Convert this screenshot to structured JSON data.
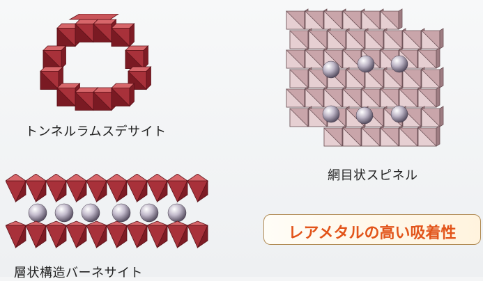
{
  "labels": {
    "tunnel": "トンネルラムスデサイト",
    "spinel": "網目状スピネル",
    "layered": "層状構造バーネサイト"
  },
  "callout": {
    "text": "レアメタルの高い吸着性"
  },
  "colors": {
    "octahedron_red": "#a8313a",
    "octahedron_red_light": "#d7666a",
    "octahedron_pink": "#c7a3a8",
    "octahedron_pink_light": "#e7cdd1",
    "sphere": "#9c94a7",
    "callout_text": "#e2541a",
    "callout_border": "#b08a52"
  },
  "icons": {
    "tunnel_structure": "octahedra-tunnel-ring",
    "spinel_structure": "octahedra-block-with-spheres",
    "layered_structure": "octahedra-double-layer-with-spheres"
  }
}
